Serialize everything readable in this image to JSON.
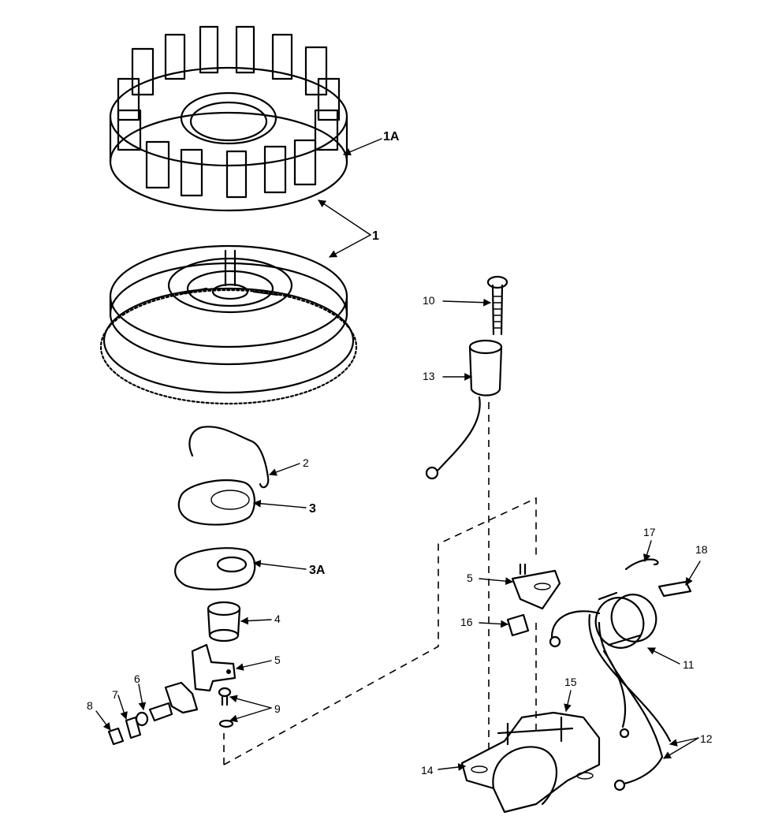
{
  "labels": {
    "l1a": "1A",
    "l1": "1",
    "l2": "2",
    "l3": "3",
    "l3a": "3A",
    "l4": "4",
    "l5a": "5",
    "l5b": "5",
    "l6": "6",
    "l7": "7",
    "l8": "8",
    "l9": "9",
    "l10": "10",
    "l11": "11",
    "l12": "12",
    "l13": "13",
    "l14": "14",
    "l15": "15",
    "l16": "16",
    "l17": "17",
    "l18": "18"
  },
  "colors": {
    "ink": "#000000",
    "paper": "#ffffff"
  }
}
